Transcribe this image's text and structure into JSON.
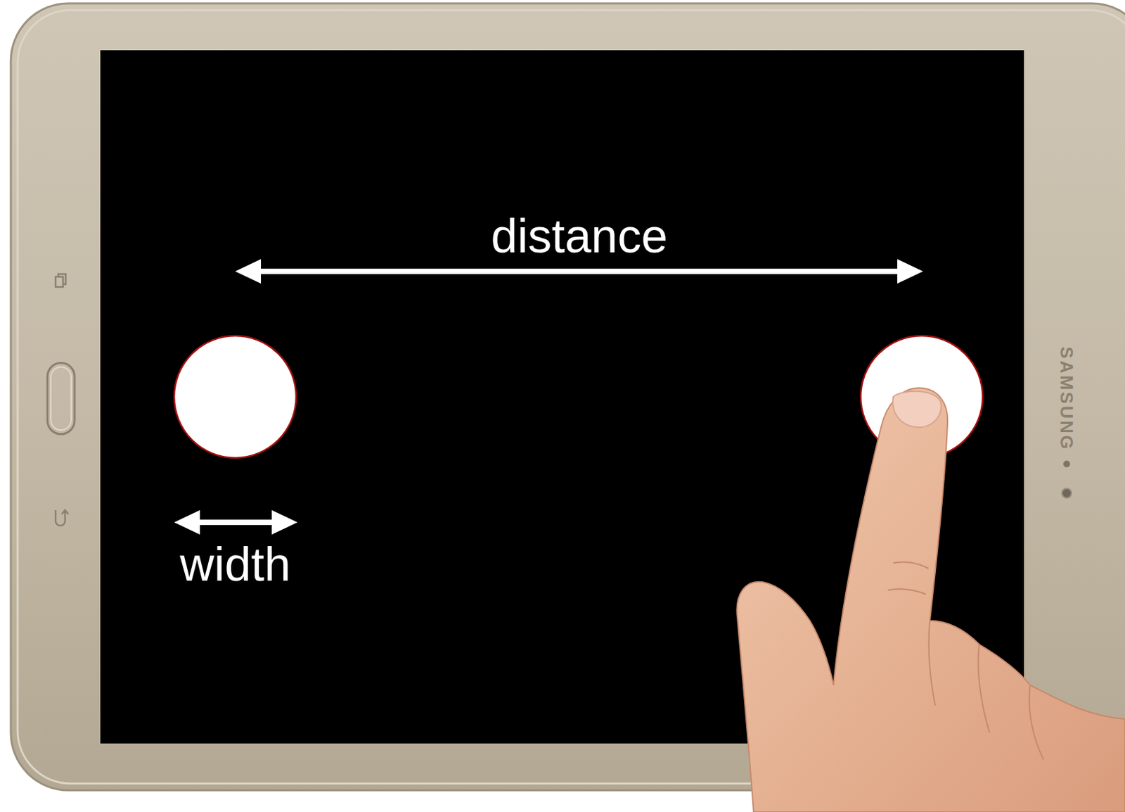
{
  "diagram": {
    "labels": [
      "distance",
      "width",
      "SAMSUNG"
    ]
  }
}
